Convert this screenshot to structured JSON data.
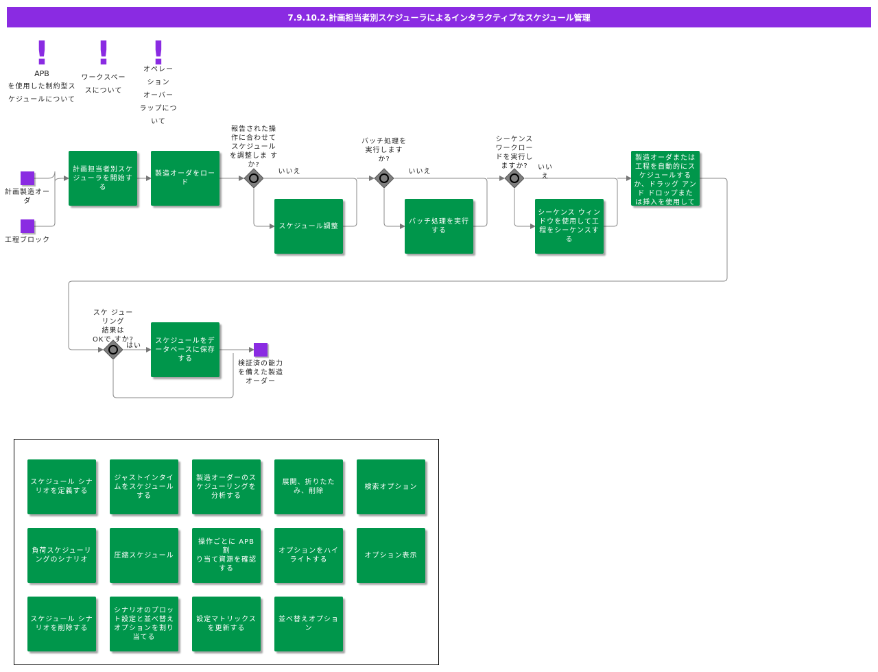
{
  "title": "7.9.10.2.計画担当者別スケジューラによるインタラクティブなスケジュール管理",
  "notes": [
    {
      "strong": "APB",
      "text": "を使用した制約型ス\nケジュールについて"
    },
    {
      "strong": "",
      "text": "ワークスペー\nスについて"
    },
    {
      "strong": "",
      "text": "オペレー\nション\nオーバー\nラップにつ\nいて"
    }
  ],
  "inputs": {
    "planned_order": "計画製造オーダ",
    "process_block": "工程ブロック"
  },
  "tasks": {
    "start_scheduler": "計画担当者別スケジューラを開始する",
    "load_orders": "製造オーダをロード",
    "adjust_schedule": "スケジュール調整",
    "run_batch": "バッチ処理を実行する",
    "sequence": "シーケンス ウィンドウを使用して工程をシーケンスする",
    "auto_schedule": "製造オーダまたは工程を自動的にスケジュールするか、ドラッグ アンド ドロップまたは挿入を使用してスケジュールする",
    "save_schedule": "スケジュールをデータベースに保存する"
  },
  "gateways": {
    "g1_question": "報告された操\n作に合わせて\nスケジュール\nを調整しま す\nか?",
    "g2_question": "バッチ処理を\n実行します\nか?",
    "g3_question": "シーケンス\nワークロー\nドを実行し\nますか?",
    "g4_question": "スケ ジュー\nリング\n結果は\nOKで すか?"
  },
  "flow_labels": {
    "g1_no": "いいえ",
    "g2_no": "いいえ",
    "g3_no": "いい\nえ",
    "g4_yes": "はい"
  },
  "output": "検証済の能力\nを備えた製造\nオーダー",
  "legend": [
    "スケジュール シナリオを定義する",
    "ジャストインタイムをスケジュールする",
    "製造オーダーのスケジューリングを分析する",
    "展開、折りたたみ、削除",
    "検索オプション",
    "負荷スケジューリングのシナリオ",
    "圧縮スケジュール",
    "操作ごとに APB 割\nり当て資源を確認する",
    "オプションをハイライトする",
    "オプション表示",
    "スケジュール シナリオを削除する",
    "シナリオのプロット設定と並べ替えオプションを割り当てる",
    "設定マトリックスを更新する",
    "並べ替えオプション"
  ],
  "colors": {
    "accent": "#8a2be2",
    "task": "#00964b",
    "gateway": "#7f7f7f"
  }
}
